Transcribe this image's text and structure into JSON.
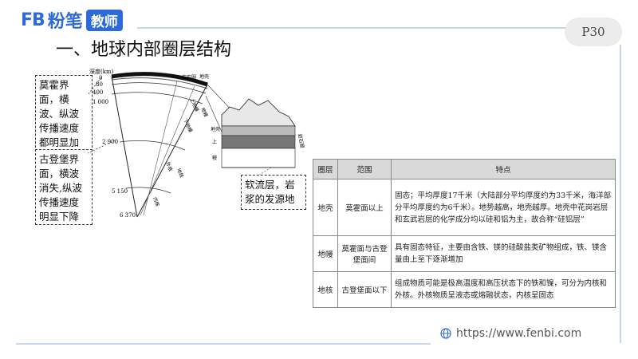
{
  "header": {
    "logo_mark": "FB",
    "brand": "粉笔",
    "badge": "教师",
    "page_tag": "P30"
  },
  "title": "一、地球内部圈层结构",
  "notes": {
    "moho": "莫霍界面，横波、纵波传播速度都明显加快",
    "gutenberg": "古登堡界面，横波消失,纵波传播速度明显下降",
    "asthenosphere": "软流层，岩浆的发源地"
  },
  "diagram": {
    "depth_unit": "深度(km)",
    "depths": [
      "0",
      "80",
      "400",
      "1 000",
      "2 900",
      "5 150",
      "6 370"
    ],
    "labels": {
      "lithosphere": "岩石圈",
      "crust": "地壳",
      "upper_mantle": "上地幔",
      "lower_mantle": "下地幔",
      "outer_core": "外核",
      "inner_core": "内核",
      "mantle": "地幔",
      "core": "地核",
      "inset_rock": "岩石圈",
      "inset_crust": "地壳",
      "inset_up": "上",
      "inset_mantle": "幔"
    }
  },
  "table": {
    "headers": [
      "圈层",
      "范围",
      "特点"
    ],
    "rows": [
      {
        "layer": "地壳",
        "range": "莫霍面以上",
        "feature": "固态；平均厚度17千米（大陆部分平均厚度约为33千米，海洋部分平均厚度约为6千米）。地势越高，地壳越厚。地壳中花岗岩层和玄武岩层的化学成分均以硅和铝为主，故合称“硅铝层”"
      },
      {
        "layer": "地幔",
        "range": "莫霍面与古登堡面间",
        "feature": "具有固态特征，主要由含铁、镁的硅酸盐类矿物组成，铁、镁含量由上至下逐渐增加"
      },
      {
        "layer": "地核",
        "range": "古登堡面以下",
        "feature": "组成物质可能是极高温度和高压状态下的铁和镍，可分为内核和外核。外核物质呈液态或熔融状态，内核呈固态"
      }
    ]
  },
  "footer": {
    "url": "https://www.fenbi.com"
  },
  "colors": {
    "brand_blue": "#2f6bd8",
    "frame_line": "#c9d4f0",
    "table_header_bg": "#d9d9d9"
  }
}
